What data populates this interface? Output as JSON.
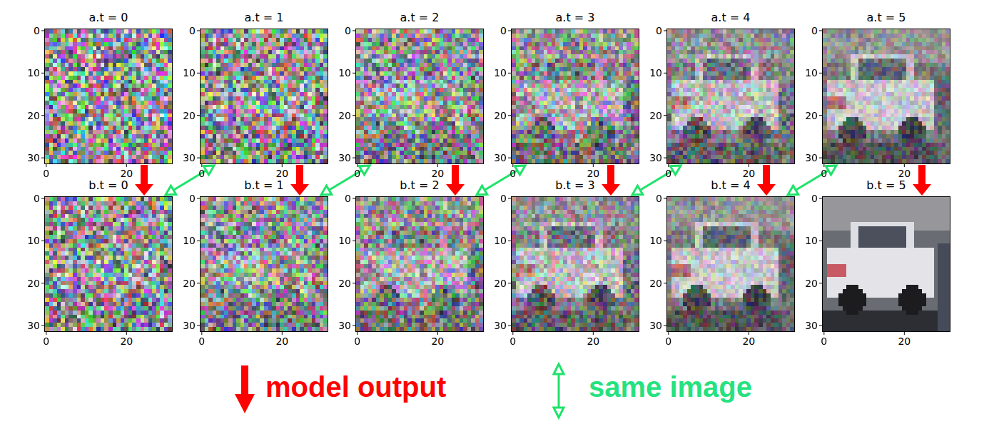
{
  "diagram": {
    "nodes": [
      {
        "text": [
          "a.t = 0"
        ]
      },
      {
        "text": [
          "a.t = 1"
        ]
      },
      {
        "text": [
          "a.t = 2"
        ]
      },
      {
        "text": [
          "a.t = 3"
        ]
      },
      {
        "text": [
          "a.t = 4"
        ]
      },
      {
        "text": [
          "a.t = 5"
        ]
      },
      {
        "text": [
          "b.t = 0"
        ]
      },
      {
        "text": [
          "b.t = 1"
        ]
      },
      {
        "text": [
          "b.t = 2"
        ]
      },
      {
        "text": [
          "b.t = 3"
        ]
      },
      {
        "text": [
          "b.t = 4"
        ]
      },
      {
        "text": [
          "b.t = 5"
        ]
      }
    ],
    "edges": [
      {
        "from": 0,
        "to": 6,
        "arrow": "to"
      },
      {
        "from": 1,
        "to": 7,
        "arrow": "to"
      },
      {
        "from": 2,
        "to": 8,
        "arrow": "to"
      },
      {
        "from": 3,
        "to": 9,
        "arrow": "to"
      },
      {
        "from": 4,
        "to": 10,
        "arrow": "to"
      },
      {
        "from": 5,
        "to": 11,
        "arrow": "to"
      },
      {
        "from": 1,
        "to": 6,
        "arrow": "both"
      },
      {
        "from": 2,
        "to": 7,
        "arrow": "both"
      },
      {
        "from": 3,
        "to": 8,
        "arrow": "both"
      },
      {
        "from": 4,
        "to": 9,
        "arrow": "both"
      },
      {
        "from": 5,
        "to": 10,
        "arrow": "both"
      }
    ],
    "labels": [
      "0",
      "10",
      "20",
      "30",
      "0",
      "20",
      "0",
      "10",
      "20",
      "30",
      "0",
      "20",
      "0",
      "10",
      "20",
      "30",
      "0",
      "20",
      "0",
      "10",
      "20",
      "30",
      "0",
      "20",
      "0",
      "10",
      "20",
      "30",
      "0",
      "20",
      "0",
      "10",
      "20",
      "30",
      "0",
      "20",
      "0",
      "10",
      "20",
      "30",
      "0",
      "20",
      "0",
      "10",
      "20",
      "30",
      "0",
      "20",
      "0",
      "10",
      "20",
      "30",
      "0",
      "20",
      "0",
      "10",
      "20",
      "30",
      "0",
      "20",
      "0",
      "10",
      "20",
      "30",
      "0",
      "20",
      "0",
      "10",
      "20",
      "30",
      "0",
      "20"
    ],
    "legend": [
      {
        "text": "model output"
      },
      {
        "text": "same image"
      }
    ]
  }
}
